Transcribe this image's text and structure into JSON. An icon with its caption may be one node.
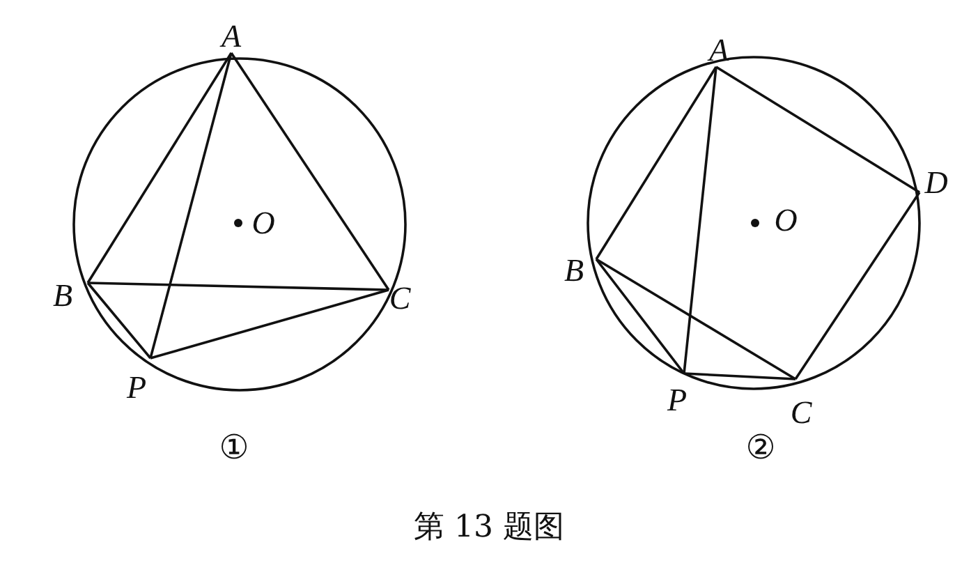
{
  "diagram": {
    "caption": "第 13 题图",
    "labels": [
      "A",
      "O",
      "B",
      "C",
      "P",
      "①",
      "A",
      "D",
      "O",
      "B",
      "P",
      "C",
      "②"
    ]
  }
}
